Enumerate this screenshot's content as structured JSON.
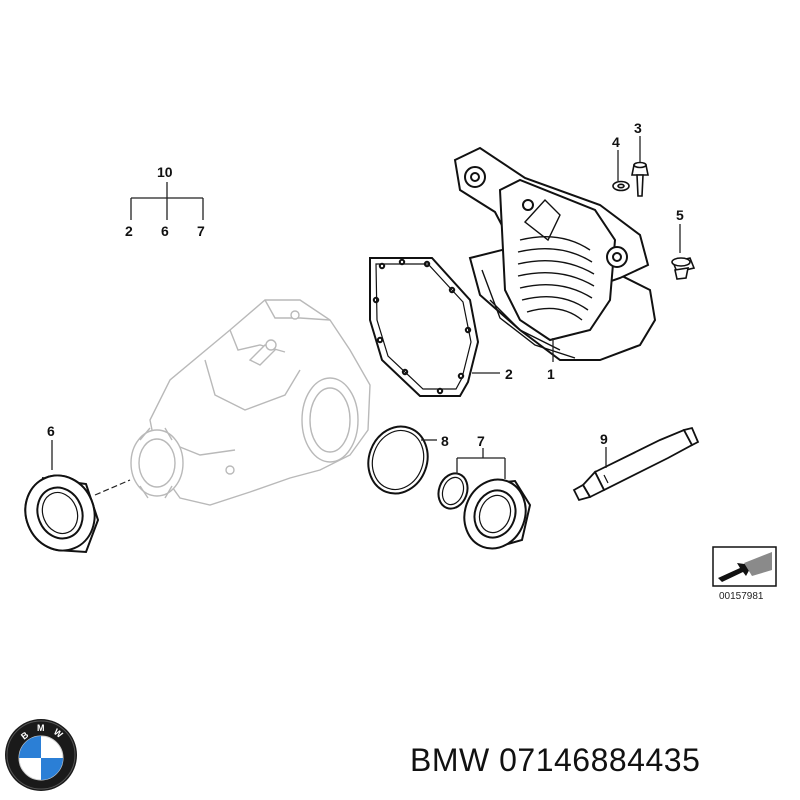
{
  "diagram": {
    "callouts": {
      "p1": "1",
      "p2": "2",
      "p3": "3",
      "p4": "4",
      "p5": "5",
      "p6": "6",
      "p7": "7",
      "p8": "8",
      "p9": "9",
      "p10": "10",
      "group_a": "2",
      "group_b": "6",
      "group_c": "7"
    },
    "reference_code": "00157981"
  },
  "caption": {
    "brand": "BMW",
    "part_number": "07146884435"
  },
  "logo": {
    "letters": [
      "B",
      "M",
      "W"
    ],
    "colors": {
      "blue": "#2b7fd6",
      "ring": "#1a1a1a",
      "white": "#ffffff"
    }
  }
}
